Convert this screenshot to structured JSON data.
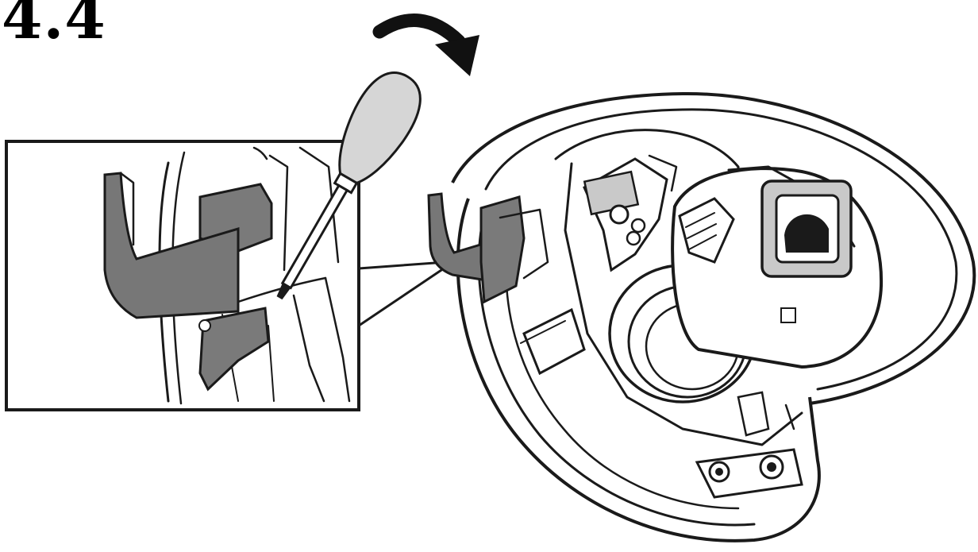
{
  "step": {
    "number": "4.4"
  },
  "colors": {
    "outline": "#1a1a1a",
    "clip_fill": "#777777",
    "screwdriver_handle": "#d6d6d6",
    "lock_fill": "#c9c9c9",
    "background": "#ffffff"
  },
  "icons": {
    "rotation_arrow": "curved-arrow-clockwise",
    "tool": "flathead-screwdriver",
    "part": "fuel-filler-flap-housing",
    "detail": "retaining-clip"
  }
}
